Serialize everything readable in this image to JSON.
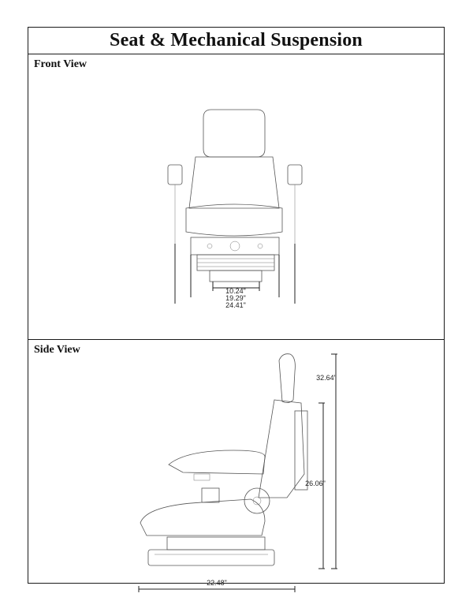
{
  "title": "Seat & Mechanical Suspension",
  "front_view": {
    "label": "Front View",
    "dimensions": [
      "10.24\"",
      "19.29\"",
      "24.41\""
    ]
  },
  "side_view": {
    "label": "Side View",
    "dimensions": {
      "top_height": "32.64\"",
      "back_height": "26.06\"",
      "depth": "22.48\""
    }
  }
}
